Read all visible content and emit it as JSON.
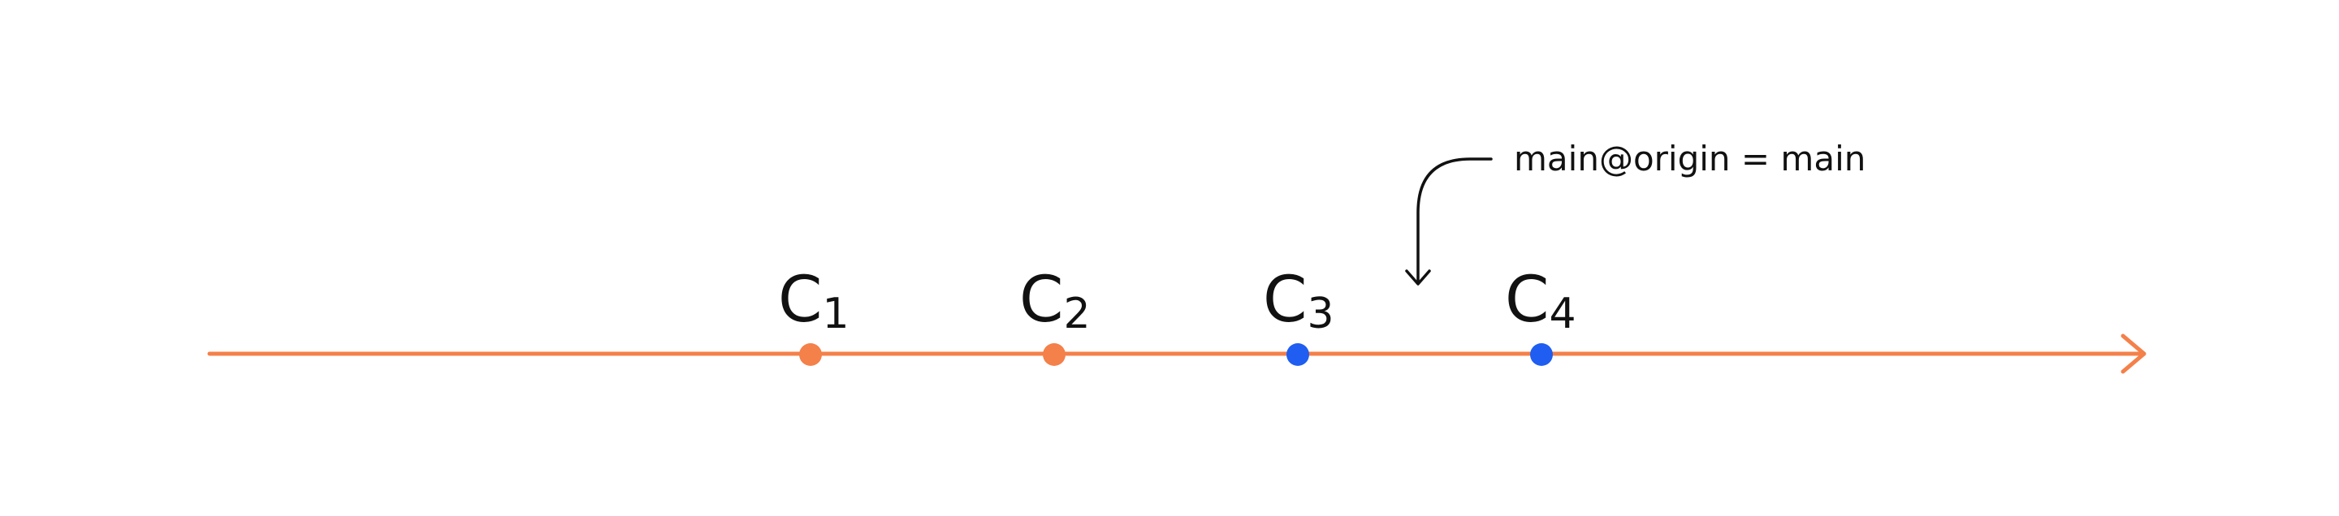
{
  "colors": {
    "timeline": "#F4804A",
    "commit_orange": "#F4804A",
    "commit_blue": "#1F5EF0",
    "text": "#111111",
    "annotation_arrow": "#111111",
    "background": "#FFFFFF"
  },
  "commits": [
    {
      "letter": "C",
      "sub": "1",
      "color": "#F4804A"
    },
    {
      "letter": "C",
      "sub": "2",
      "color": "#F4804A"
    },
    {
      "letter": "C",
      "sub": "3",
      "color": "#1F5EF0"
    },
    {
      "letter": "C",
      "sub": "4",
      "color": "#1F5EF0"
    }
  ],
  "annotation": {
    "text": "main@origin = main"
  }
}
